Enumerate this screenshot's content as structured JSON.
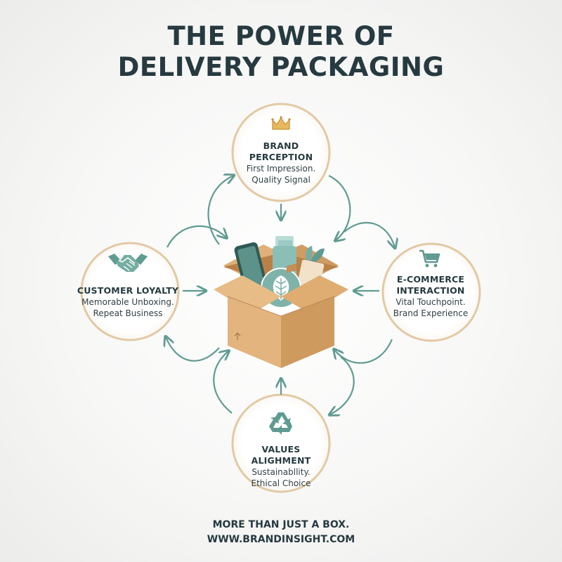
{
  "title": {
    "line1": "THE POWER OF",
    "line2": "DELIVERY PACKAGING"
  },
  "colors": {
    "teal": "#5f9b91",
    "ring_gold": "#e2c9a4",
    "box": "#d9a86e",
    "text_dark": "#263a40"
  },
  "nodes": {
    "brand": {
      "icon": "crown-icon",
      "heading": "BRAND PERCEPTION",
      "line1": "First Impression.",
      "line2": "Quality Signal"
    },
    "ecommerce": {
      "icon": "shopping-cart-icon",
      "heading1": "E-COMMERCE",
      "heading2": "INTERACTION",
      "line1": "Vital Touchpoint.",
      "line2": "Brand Experience"
    },
    "values": {
      "icon": "recycle-icon",
      "heading": "VALUES ALIGHMENT",
      "line1": "Sustainabllity.",
      "line2": "Ethical Choice"
    },
    "loyalty": {
      "icon": "handshake-icon",
      "heading": "CUSTOMER LOYALTY",
      "line1": "Memorable Unboxing.",
      "line2": "Repeat Business"
    }
  },
  "center": {
    "icon": "open-box-icon"
  },
  "footer": {
    "line1": "MORE THAN JUST A BOX.",
    "line2": "WWW.BRANDINSIGHT.COM"
  }
}
